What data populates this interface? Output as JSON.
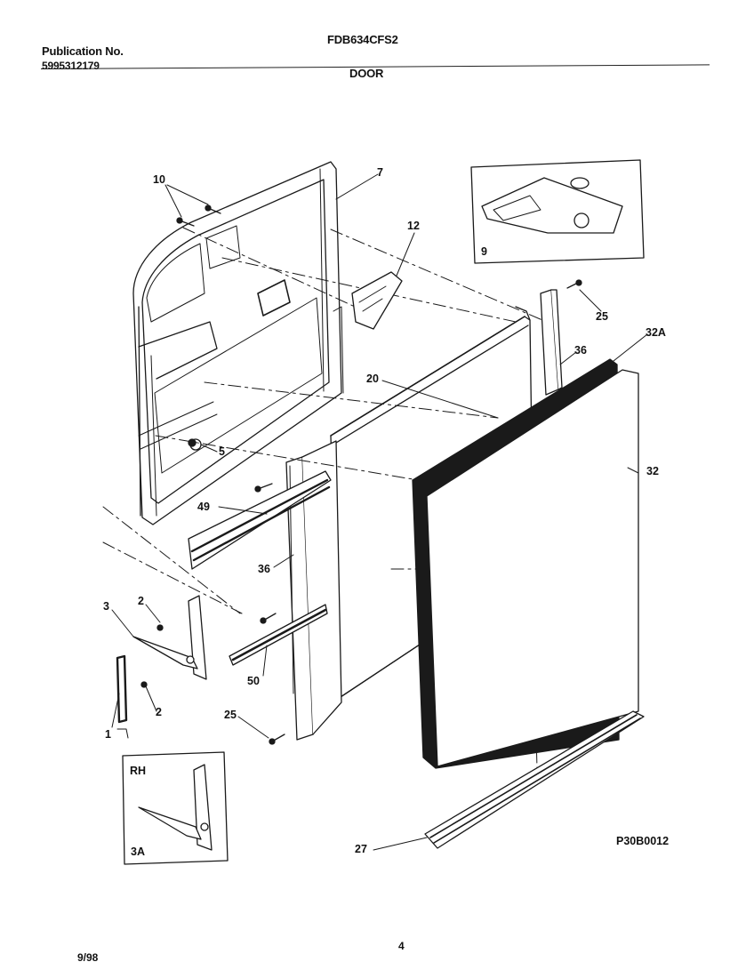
{
  "header": {
    "publication_label": "Publication No.",
    "publication_number": "5995312179",
    "model": "FDB634CFS2",
    "section": "DOOR"
  },
  "diagram": {
    "figure_code": "P30B0012",
    "inset_hinge_label": "RH",
    "inset_hinge_part": "3A",
    "callouts": {
      "p10": "10",
      "p7": "7",
      "p12": "12",
      "p9": "9",
      "p25a": "25",
      "p32A": "32A",
      "p36a": "36",
      "p20": "20",
      "p5": "5",
      "p32": "32",
      "p49": "49",
      "p36b": "36",
      "p3": "3",
      "p2a": "2",
      "p50": "50",
      "p2b": "2",
      "p1": "1",
      "p25b": "25",
      "p27": "27"
    }
  },
  "footer": {
    "date": "9/98",
    "page": "4"
  }
}
